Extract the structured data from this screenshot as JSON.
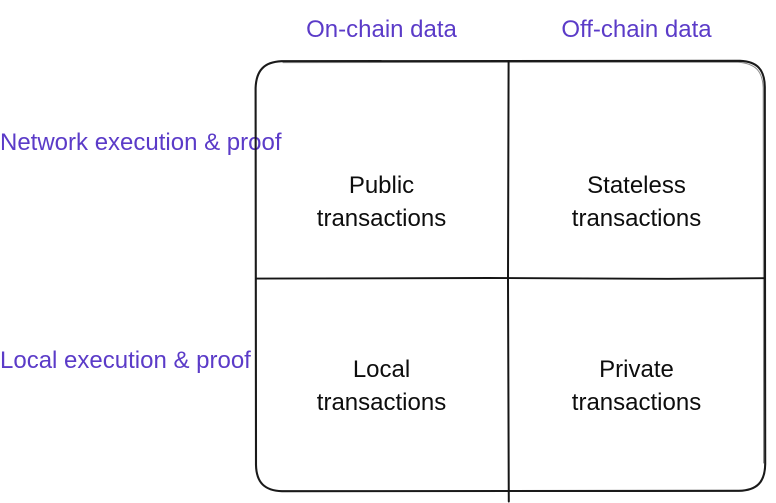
{
  "diagram": {
    "type": "2x2-matrix",
    "title": "",
    "colors": {
      "label": "#5b3bc8",
      "cell_text": "#0d0d0d",
      "border": "#1a1a1a",
      "background": "#ffffff"
    },
    "column_headers": [
      {
        "id": "on-chain",
        "label": "On-chain data"
      },
      {
        "id": "off-chain",
        "label": "Off-chain data"
      }
    ],
    "row_headers": [
      {
        "id": "network",
        "line1": "Network",
        "line2": "execution & proof"
      },
      {
        "id": "local",
        "line1": "Local",
        "line2": "execution & proof"
      }
    ],
    "cells": [
      {
        "id": "public",
        "row": "network",
        "column": "on-chain",
        "line1": "Public",
        "line2": "transactions"
      },
      {
        "id": "stateless",
        "row": "network",
        "column": "off-chain",
        "line1": "Stateless",
        "line2": "transactions"
      },
      {
        "id": "local",
        "row": "local",
        "column": "on-chain",
        "line1": "Local",
        "line2": "transactions"
      },
      {
        "id": "private",
        "row": "local",
        "column": "off-chain",
        "line1": "Private",
        "line2": "transactions"
      }
    ]
  }
}
